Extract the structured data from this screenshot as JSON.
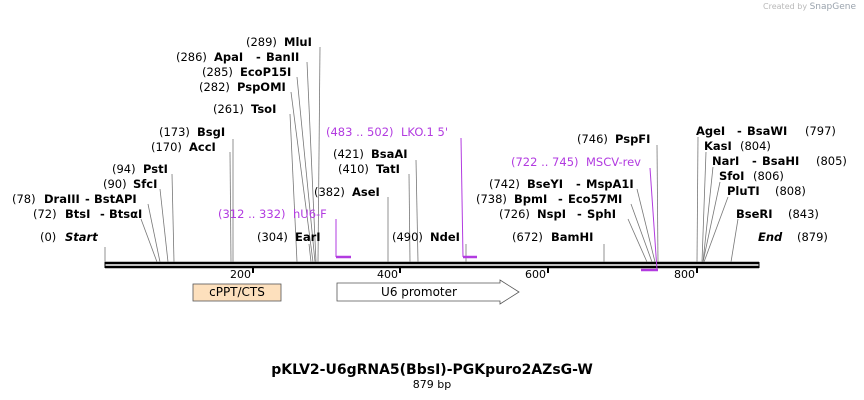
{
  "credit": {
    "text": "Created by",
    "brand": "SnapGene"
  },
  "title": "pKLV2-U6gRNA5(BbsI)-PGKpuro2AZsG-W",
  "subtitle": "879 bp",
  "sequence": {
    "start": 0,
    "end": 879,
    "start_label": "Start",
    "end_label": "End",
    "start_pos": "(0)",
    "end_pos": "(879)"
  },
  "ticks": [
    "200",
    "400",
    "600",
    "800"
  ],
  "sites": [
    {
      "pos": "(78)",
      "name": "DraIII",
      "partner": "BstAPI"
    },
    {
      "pos": "(72)",
      "name": "BtsI",
      "partner": "BtsαI"
    },
    {
      "pos": "(90)",
      "name": "SfcI",
      "partner": ""
    },
    {
      "pos": "(94)",
      "name": "PstI",
      "partner": ""
    },
    {
      "pos": "(170)",
      "name": "AccI",
      "partner": ""
    },
    {
      "pos": "(173)",
      "name": "BsgI",
      "partner": ""
    },
    {
      "pos": "(261)",
      "name": "TsoI",
      "partner": ""
    },
    {
      "pos": "(282)",
      "name": "PspOMI",
      "partner": ""
    },
    {
      "pos": "(285)",
      "name": "EcoP15I",
      "partner": ""
    },
    {
      "pos": "(286)",
      "name": "ApaI",
      "partner": "BanII"
    },
    {
      "pos": "(289)",
      "name": "MluI",
      "partner": ""
    },
    {
      "pos": "(304)",
      "name": "EarI",
      "partner": ""
    },
    {
      "pos": "(382)",
      "name": "AseI",
      "partner": ""
    },
    {
      "pos": "(410)",
      "name": "TatI",
      "partner": ""
    },
    {
      "pos": "(421)",
      "name": "BsaAI",
      "partner": ""
    },
    {
      "pos": "(490)",
      "name": "NdeI",
      "partner": ""
    },
    {
      "pos": "(672)",
      "name": "BamHI",
      "partner": ""
    },
    {
      "pos": "(726)",
      "name": "NspI",
      "partner": "SphI"
    },
    {
      "pos": "(738)",
      "name": "BpmI",
      "partner": "Eco57MI"
    },
    {
      "pos": "(742)",
      "name": "BseYI",
      "partner": "MspA1I"
    },
    {
      "pos": "(746)",
      "name": "PspFI",
      "partner": ""
    },
    {
      "pos": "(797)",
      "name": "AgeI",
      "partner": "BsaWI"
    },
    {
      "pos": "(804)",
      "name": "KasI",
      "partner": ""
    },
    {
      "pos": "(805)",
      "name": "NarI",
      "partner": "BsaHI"
    },
    {
      "pos": "(806)",
      "name": "SfoI",
      "partner": ""
    },
    {
      "pos": "(808)",
      "name": "PluTI",
      "partner": ""
    },
    {
      "pos": "(843)",
      "name": "BseRI",
      "partner": ""
    }
  ],
  "primers": [
    {
      "range": "(312 .. 332)",
      "name": "hU6-F"
    },
    {
      "range": "(483 .. 502)",
      "name": "LKO.1 5'"
    },
    {
      "range": "(722 .. 745)",
      "name": "MSCV-rev"
    }
  ],
  "features": [
    {
      "name": "cPPT/CTS"
    },
    {
      "name": "U6 promoter"
    }
  ],
  "colors": {
    "primer": "#b23be0",
    "cppt_fill": "#fde0bd",
    "line": "#777777"
  }
}
